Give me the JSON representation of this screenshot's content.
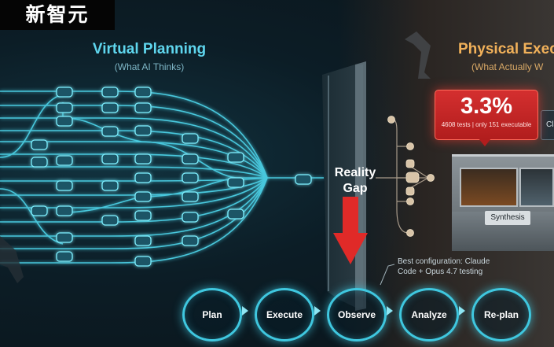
{
  "logo": {
    "text": "新智元"
  },
  "virtual": {
    "title": "Virtual Planning",
    "subtitle": "(What AI Thinks)"
  },
  "physical": {
    "title": "Physical Execu",
    "subtitle": "(What Actually W"
  },
  "gap": {
    "line1": "Reality",
    "line2": "Gap"
  },
  "stat": {
    "value": "3.3%",
    "detail": "4608 tests | only 151 executable"
  },
  "side_panel": {
    "text": "Cla"
  },
  "lab": {
    "label": "Synthesis"
  },
  "config": {
    "line1": "Best configuration: Claude",
    "line2": "Code + Opus 4.7 testing"
  },
  "cycle": [
    "Plan",
    "Execute",
    "Observe",
    "Analyze",
    "Re-plan"
  ],
  "colors": {
    "accent": "#3fc7df",
    "gap_red": "#e02a28",
    "physical_orange": "#f1b15a",
    "stat_bg": "#c92727"
  }
}
